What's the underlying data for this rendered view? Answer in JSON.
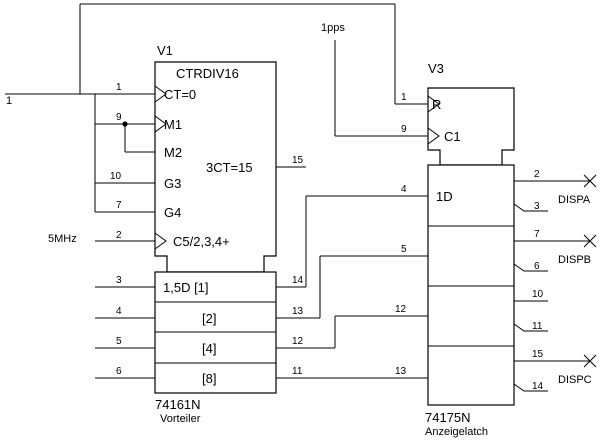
{
  "counter": {
    "ref": "V1",
    "function": "CTRDIV16",
    "inputs": [
      "CT=0",
      "M1",
      "M2",
      "G3",
      "G4",
      "C5/2,3,4+"
    ],
    "terminal_output": "3CT=15",
    "data_bits": [
      "1,5D [1]",
      "[2]",
      "[4]",
      "[8]"
    ],
    "part": "74161N",
    "role": "Vorteiler"
  },
  "latch": {
    "ref": "V3",
    "inputs": [
      "R",
      "C1"
    ],
    "data_label": "1D",
    "part": "74175N",
    "role": "Anzeigelatch"
  },
  "signals": {
    "supply": "1",
    "pps": "1pps",
    "clock": "5MHz",
    "displays": [
      "DISPA",
      "DISPB",
      "DISPC"
    ]
  },
  "pins": {
    "v1_ct0": "1",
    "v1_m": "9",
    "v1_g3": "10",
    "v1_g4": "7",
    "v1_clk": "2",
    "v1_tc": "15",
    "v1_d": [
      "3",
      "4",
      "5",
      "6"
    ],
    "v1_q": [
      "14",
      "13",
      "12",
      "11"
    ],
    "v3_r": "1",
    "v3_c1": "9",
    "v3_d": [
      "4",
      "5",
      "12",
      "13"
    ],
    "v3_q": [
      "2",
      "7",
      "10",
      "15"
    ],
    "v3_qn": [
      "3",
      "6",
      "11",
      "14"
    ]
  }
}
